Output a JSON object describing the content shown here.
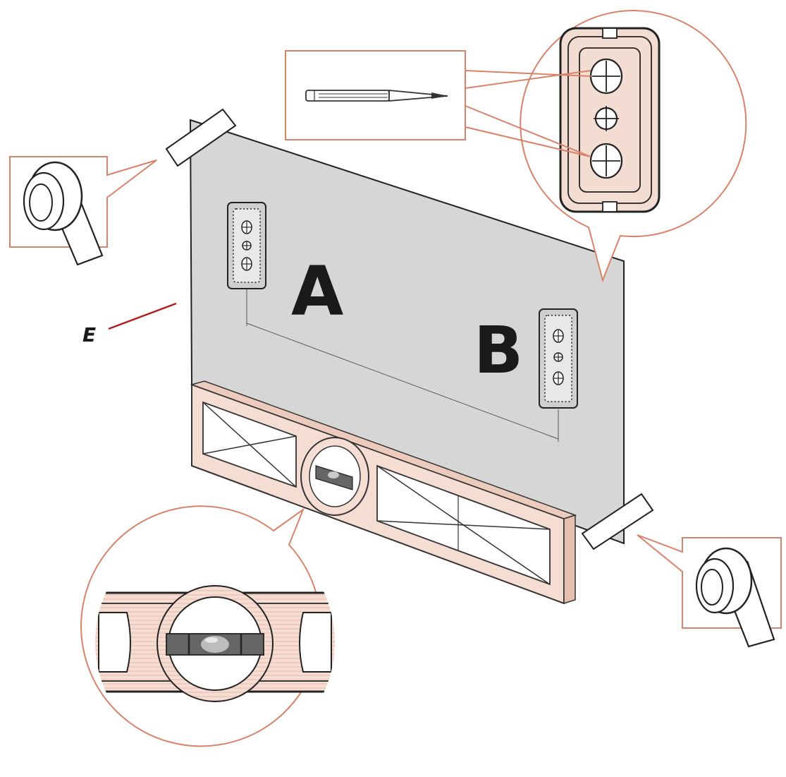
{
  "labels": {
    "template_a": "A",
    "template_b": "B",
    "template_sheet": "E"
  },
  "colors": {
    "callout_outline": "#d9826a",
    "template_fill": "#d6d6d6",
    "level_fill": "#f6ddd3",
    "bracket_fill": "#f3dcd2",
    "ink": "#1a1a1a",
    "leader_e": "#b01c1c"
  },
  "icons": {
    "tape_roll": "tape-roll-icon",
    "pencil": "pencil-icon",
    "spirit_level": "spirit-level-icon",
    "wall_bracket": "wall-bracket-icon"
  }
}
